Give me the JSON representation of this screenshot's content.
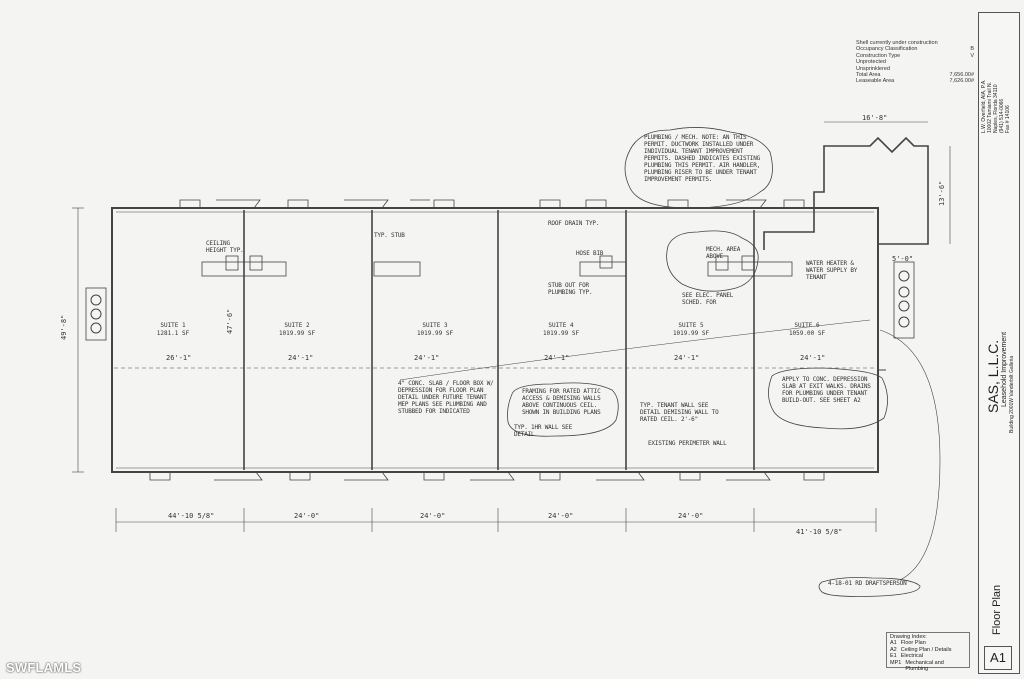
{
  "suites": [
    {
      "name": "SUITE 1",
      "area": "1281.1 SF"
    },
    {
      "name": "SUITE 2",
      "area": "1019.99 SF"
    },
    {
      "name": "SUITE 3",
      "area": "1019.99 SF"
    },
    {
      "name": "SUITE 4",
      "area": "1019.99 SF"
    },
    {
      "name": "SUITE 5",
      "area": "1019.99 SF"
    },
    {
      "name": "SUITE 6",
      "area": "1059.00 SF"
    }
  ],
  "inner_dims": [
    "26'-1\"",
    "24'-1\"",
    "24'-1\"",
    "24'-1\"",
    "24'-1\"",
    "24'-1\""
  ],
  "bottom_dims": [
    "44'-10 5/8\"",
    "24'-0\"",
    "24'-0\"",
    "24'-0\"",
    "24'-0\"",
    "41'-10 5/8\""
  ],
  "side_dims": {
    "left": "49'-8\"",
    "left_inner": "47'-6\"",
    "top_ext": "16'-8\"",
    "right_ext": "13'-6\"",
    "right_small": "5'-0\""
  },
  "notes": {
    "plumbing": "PLUMBING / MECH. NOTE: AN THIS PERMIT. DUCTWORK INSTALLED UNDER INDIVIDUAL TENANT IMPROVEMENT PERMITS. DASHED INDICATES EXISTING PLUMBING THIS PERMIT. AIR HANDLER, PLUMBING RISER TO BE UNDER TENANT IMPROVEMENT PERMITS.",
    "demising": "4\" CONC. SLAB / FLOOR BOX W/ DEPRESSION FOR FLOOR PLAN DETAIL UNDER FUTURE TENANT MEP PLANS SEE PLUMBING AND STUBBED FOR INDICATED",
    "framing": "FRAMING FOR RATED ATTIC ACCESS & DEMISING WALLS ABOVE CONTINUOUS CEIL. SHOWN IN BUILDING PLANS",
    "tenant_wall": "TYP. TENANT WALL SEE DETAIL DEMISING WALL TO RATED CEIL. 2'-6\"",
    "fire_wall": "TYP. 1HR WALL SEE DETAIL",
    "perimeter": "EXISTING PERIMETER WALL",
    "approved": "APPLY TO CONC. DEPRESSION SLAB AT EXIT WALKS. DRAINS FOR PLUMBING UNDER TENANT BUILD-OUT. SEE SHEET A2",
    "stub": "STUB OUT FOR PLUMBING TYP.",
    "wh": "WATER HEATER & WATER SUPPLY BY TENANT",
    "rev": "4-18-01 RD DRAFTSPERSON",
    "ceiling": "CEILING HEIGHT TYP.",
    "typ_stub": "TYP. STUB",
    "roof_drain": "ROOF DRAIN TYP.",
    "elec_panel": "SEE ELEC. PANEL SCHED. FOR",
    "mech": "MECH. AREA ABOVE",
    "hose": "HOSE BIB"
  },
  "shell_info": [
    {
      "label": "Shell currently under construction",
      "value": ""
    },
    {
      "label": "Occupancy Classification",
      "value": "B"
    },
    {
      "label": "Construction Type",
      "value": "V"
    },
    {
      "label": "Unprotected",
      "value": ""
    },
    {
      "label": "Unsprinklered",
      "value": ""
    },
    {
      "label": "Total Area",
      "value": "7,656.00#"
    },
    {
      "label": "Leaseable Area",
      "value": "7,626.00#"
    }
  ],
  "title_block": {
    "architect": "L.W. Overfield, AIA, P.A.",
    "addr1": "10002 Tamiami Trail N.",
    "addr2": "Naples, Florida 34110",
    "phone": "(941) 514-0066",
    "fax": "Fax # 14106",
    "company": "SAS, L.L.C.",
    "project": "Leasehold Improvement",
    "building": "Building 2001W Vanderbilt Galleria",
    "sheet_title": "Floor Plan",
    "sheet_number": "A1"
  },
  "drawing_index": {
    "title": "Drawing Index:",
    "items": [
      {
        "code": "A1",
        "name": "Floor Plan"
      },
      {
        "code": "A2",
        "name": "Ceiling Plan / Details"
      },
      {
        "code": "E1",
        "name": "Electrical"
      },
      {
        "code": "MP1",
        "name": "Mechanical and Plumbing"
      }
    ]
  },
  "watermark": "SWFLAMLS"
}
